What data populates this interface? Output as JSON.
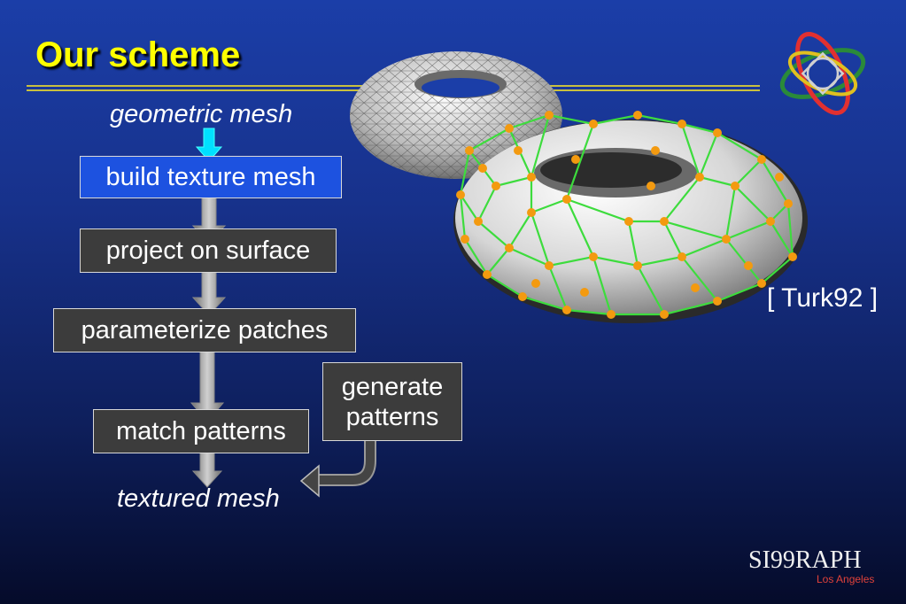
{
  "slide": {
    "title": "Our scheme",
    "colors": {
      "title": "#ffff00",
      "active_box": "#1d52e0",
      "box": "#3c3c3c",
      "arrow_start": "#00e0ff",
      "mesh_edges": "#3ddc3d",
      "mesh_points": "#f39a10"
    }
  },
  "flow": {
    "input_label": "geometric mesh",
    "steps": [
      "build texture mesh",
      "project on surface",
      "parameterize patches",
      "match patterns"
    ],
    "side_step_line1": "generate",
    "side_step_line2": "patterns",
    "output_label": "textured mesh"
  },
  "figure": {
    "citation": "[ Turk92 ]",
    "icons": [
      "torus-wireframe-image",
      "torus-textured-mesh-image"
    ]
  },
  "branding": {
    "logo_text": "SI99RAPH",
    "logo_subtext": "Los Angeles",
    "emblem_icon": "siggraph-emblem-icon"
  }
}
